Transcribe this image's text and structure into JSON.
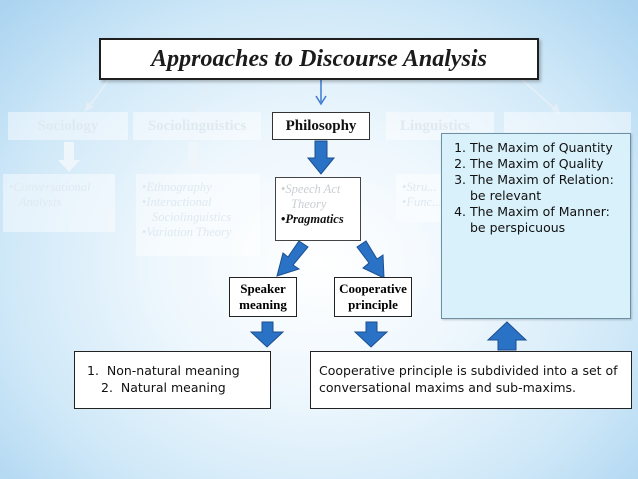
{
  "title": "Approaches to Discourse Analysis",
  "categories": [
    {
      "label": "Sociology"
    },
    {
      "label": "Sociolinguistics"
    },
    {
      "label": "Philosophy"
    },
    {
      "label": "Linguistics"
    },
    {
      "label": ""
    }
  ],
  "sociology_items": [
    "Conversational Analysis"
  ],
  "sociolinguistics_items": [
    "Ethnography",
    "Interactional Sociolinguistics",
    "Variation Theory"
  ],
  "philosophy_items": [
    "Speech Act Theory",
    "Pragmatics"
  ],
  "linguistics_items": [
    "Stru...",
    "Func..."
  ],
  "speaker_meaning": "Speaker meaning",
  "cooperative_principle": "Cooperative principle",
  "maxims": [
    "The Maxim of Quantity",
    "The Maxim of Quality",
    "The Maxim of Relation: be relevant",
    "The Maxim of Manner: be perspicuous"
  ],
  "meaning_types": [
    "Non-natural meaning",
    "Natural meaning"
  ],
  "cooperative_note": "Cooperative principle is subdivided into a set of conversational maxims and sub-maxims.",
  "colors": {
    "arrow_blue": "#2a72c6",
    "faded_arrow": "#e9f2f9"
  }
}
